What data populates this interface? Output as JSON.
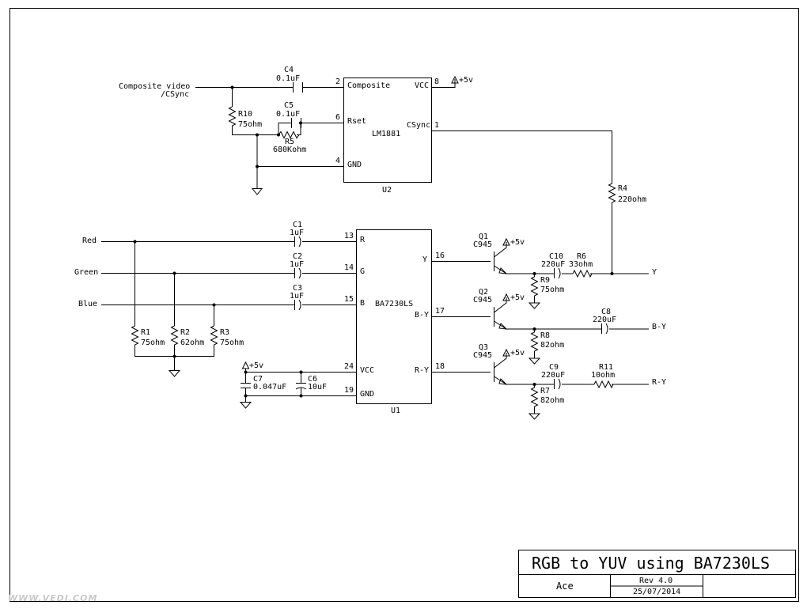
{
  "signals": {
    "composite": "Composite video",
    "csync": "/CSync",
    "red": "Red",
    "green": "Green",
    "blue": "Blue",
    "y_out": "Y",
    "by_out": "B-Y",
    "ry_out": "R-Y",
    "vplus": "+5v"
  },
  "u2": {
    "ref": "U2",
    "part": "LM1881",
    "pins": {
      "composite": "Composite",
      "vcc": "VCC",
      "rset": "Rset",
      "csync": "CSync",
      "gnd": "GND"
    },
    "pin_numbers": {
      "composite": "2",
      "vcc": "8",
      "rset": "6",
      "csync": "1",
      "gnd": "4"
    }
  },
  "u1": {
    "ref": "U1",
    "part": "BA7230LS",
    "pins": {
      "r": "R",
      "g": "G",
      "b": "B",
      "vcc": "VCC",
      "gnd": "GND",
      "y": "Y",
      "by": "B-Y",
      "ry": "R-Y"
    },
    "pin_numbers": {
      "r": "13",
      "g": "14",
      "b": "15",
      "vcc": "24",
      "gnd": "19",
      "y": "16",
      "by": "17",
      "ry": "18"
    }
  },
  "components": {
    "c1": {
      "ref": "C1",
      "value": "1uF"
    },
    "c2": {
      "ref": "C2",
      "value": "1uF"
    },
    "c3": {
      "ref": "C3",
      "value": "1uF"
    },
    "c4": {
      "ref": "C4",
      "value": "0.1uF"
    },
    "c5": {
      "ref": "C5",
      "value": "0.1uF"
    },
    "c6": {
      "ref": "C6",
      "value": "10uF"
    },
    "c7": {
      "ref": "C7",
      "value": "0.047uF"
    },
    "c8": {
      "ref": "C8",
      "value": "220uF"
    },
    "c9": {
      "ref": "C9",
      "value": "220uF"
    },
    "c10": {
      "ref": "C10",
      "value": "220uF"
    },
    "r1": {
      "ref": "R1",
      "value": "75ohm"
    },
    "r2": {
      "ref": "R2",
      "value": "62ohm"
    },
    "r3": {
      "ref": "R3",
      "value": "75ohm"
    },
    "r4": {
      "ref": "R4",
      "value": "220ohm"
    },
    "r5": {
      "ref": "R5",
      "value": "680Kohm"
    },
    "r6": {
      "ref": "R6",
      "value": "33ohm"
    },
    "r7": {
      "ref": "R7",
      "value": "82ohm"
    },
    "r8": {
      "ref": "R8",
      "value": "82ohm"
    },
    "r9": {
      "ref": "R9",
      "value": "75ohm"
    },
    "r10": {
      "ref": "R10",
      "value": "75ohm"
    },
    "r11": {
      "ref": "R11",
      "value": "10ohm"
    },
    "q1": {
      "ref": "Q1",
      "value": "C945"
    },
    "q2": {
      "ref": "Q2",
      "value": "C945"
    },
    "q3": {
      "ref": "Q3",
      "value": "C945"
    }
  },
  "title_block": {
    "title": "RGB to YUV using BA7230LS",
    "author": "Ace",
    "rev": "Rev 4.0",
    "date": "25/07/2014"
  },
  "watermark": "WWW.VEDI.COM"
}
